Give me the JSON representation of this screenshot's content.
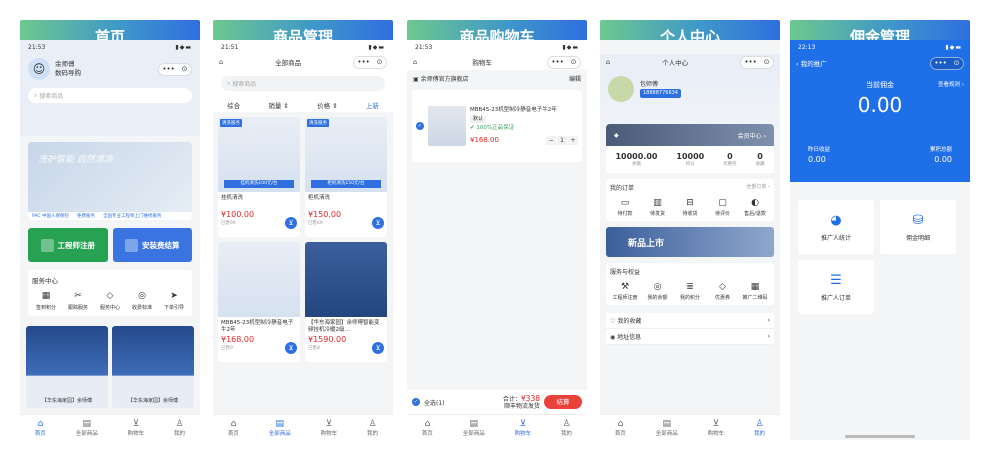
{
  "panels": [
    {
      "title": "首页"
    },
    {
      "title": "商品管理"
    },
    {
      "title": "商品购物车"
    },
    {
      "title": "个人中心"
    },
    {
      "title": "佣金管理"
    }
  ],
  "tabbar": [
    "首页",
    "全部商品",
    "购物车",
    "我的"
  ],
  "icons": {
    "home": "home-icon",
    "grid": "grid-icon",
    "cart": "cart-icon",
    "user": "user-icon"
  },
  "colors": {
    "accent": "#2f6fe0",
    "price": "#e0262a",
    "commission_bg": "#1f6fe8"
  },
  "home": {
    "time": "21:53",
    "user_name": "余师傅",
    "user_sub": "数码导购",
    "search_placeholder": "搜索商品",
    "banner_text": "洗护智能  自然清凉",
    "banner_foot": [
      "PAC  中国人保保险",
      "免费服务",
      "全国专业工程师上门维修服务"
    ],
    "btn_engineer": "工程师注册",
    "btn_install": "安装费结算",
    "service_title": "服务中心",
    "services": [
      "签到积分",
      "跟踪服务",
      "服务中心",
      "收费标准",
      "下单引导"
    ],
    "products": [
      "【华东海家园】余师傅",
      "【华东海家园】余师傅"
    ]
  },
  "goods": {
    "time": "21:51",
    "nav_title": "全部商品",
    "search_placeholder": "搜索商品",
    "sort": [
      "综合",
      "销量",
      "价格",
      "上新"
    ],
    "items": [
      {
        "tag": "清洗服务",
        "strip": "挂机清洗100元/台",
        "name": "挂机清洗",
        "price": "¥100.00",
        "sold": "已售99"
      },
      {
        "tag": "清洗服务",
        "strip": "柜机清洗150元/台",
        "name": "柜机清洗",
        "price": "¥150.00",
        "sold": "已售69"
      },
      {
        "tag": "",
        "strip": "",
        "name": "MBB45-23机型制冷静音电子牛2年",
        "price": "¥168.00",
        "sold": "已售9"
      },
      {
        "tag": "",
        "strip": "",
        "name": "【华东海家园】余师傅智能变频挂机冷暖2级…",
        "price": "¥1590.00",
        "sold": "已售8"
      }
    ]
  },
  "cart": {
    "time": "21:53",
    "nav_title": "购物车",
    "shop": "余师傅官方旗舰店",
    "edit": "编辑",
    "item_name": "MBB45-23机型制冷静音电子牛2年",
    "item_spec": "默认",
    "guarantee": "100%正品保证",
    "item_price": "¥168.00",
    "qty": "1",
    "select_all": "全选(1)",
    "total_label": "合计：",
    "total": "¥338",
    "shipping": "顺丰物流发货",
    "settle": "结算"
  },
  "mine": {
    "nav_title": "个人中心",
    "user_name": "包师傅",
    "phone": "18888776634",
    "vip": "会员中心",
    "stats": [
      {
        "value": "10000.00",
        "label": "余额"
      },
      {
        "value": "10000",
        "label": "积分"
      },
      {
        "value": "0",
        "label": "优惠券"
      },
      {
        "value": "0",
        "label": "收藏"
      }
    ],
    "orders_title": "我的订单",
    "orders_more": "全部订单",
    "orders": [
      "待付款",
      "待发货",
      "待收货",
      "待评价",
      "售后/退款"
    ],
    "new_banner": "新品上市",
    "services_title": "服务与权益",
    "services": [
      "工程师注册",
      "我的余额",
      "我的积分",
      "优惠券",
      "推广二维码"
    ],
    "list": [
      "我的收藏",
      "地址信息"
    ]
  },
  "commission": {
    "time": "22:13",
    "nav_title": "我的推广",
    "label": "当前佣金",
    "rule": "查看规则",
    "value": "0.00",
    "yesterday_label": "昨日收益",
    "yesterday": "0.00",
    "total_label": "累积总额",
    "total": "0.00",
    "cards": [
      "推广人统计",
      "佣金明细",
      "推广人订单"
    ]
  }
}
